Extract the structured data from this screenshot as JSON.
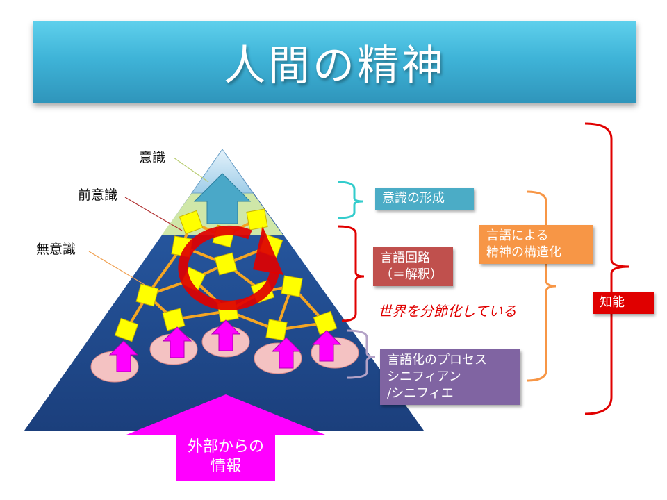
{
  "title": "人間の精神",
  "levels": {
    "conscious": "意識",
    "preconscious": "前意識",
    "unconscious": "無意識"
  },
  "boxes": {
    "formation": {
      "lines": [
        "意識の形成"
      ],
      "color": "#4bacc6"
    },
    "circuit": {
      "lines": [
        "言語回路",
        "（＝解釈）"
      ],
      "color": "#c0504d"
    },
    "process": {
      "lines": [
        "言語化のプロセス",
        "シニフィアン",
        "/シニフィエ"
      ],
      "color": "#8064a2"
    },
    "structure": {
      "lines": [
        "言語による",
        "精神の構造化"
      ],
      "color": "#f79646"
    },
    "intellect": {
      "lines": [
        "知能"
      ],
      "color": "#e00000"
    }
  },
  "annotation": "世界を分節化している",
  "input_arrow": {
    "lines": [
      "外部からの",
      "情報"
    ],
    "color": "#ff00ff"
  },
  "colors": {
    "pyramid": "#1f4e96",
    "node": "#ffff00",
    "edge": "#f5a623",
    "cycle": "#e00000",
    "brace_teal": "#33cccc",
    "brace_red": "#e00000",
    "brace_orange": "#f79646",
    "brace_purple": "#b3a2c7"
  }
}
